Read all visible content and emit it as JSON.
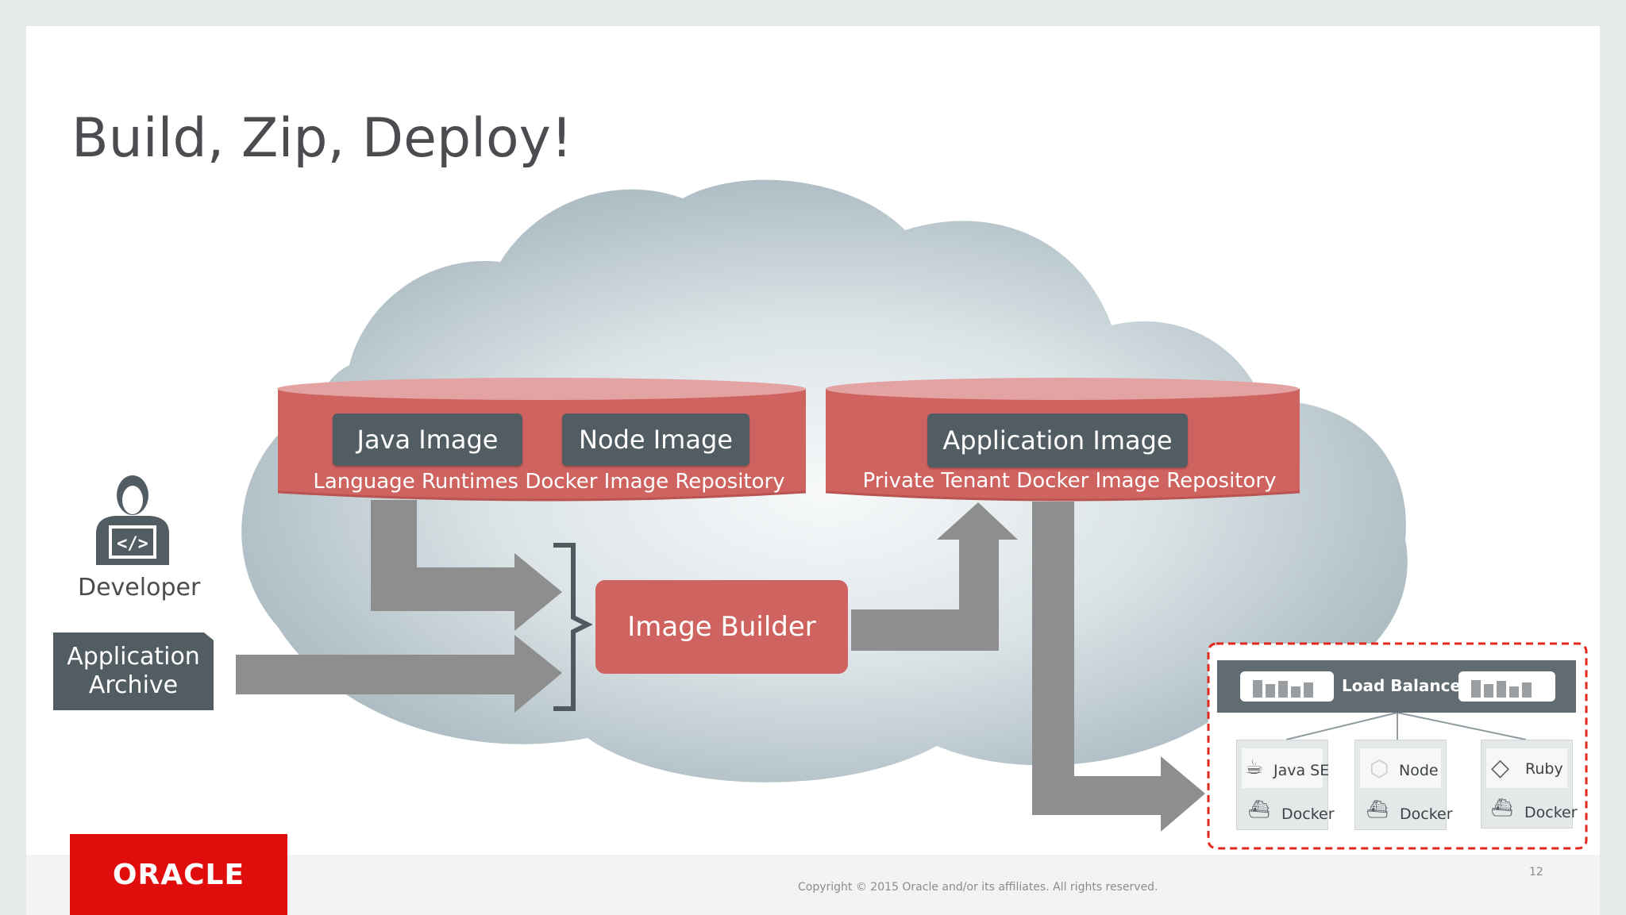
{
  "slide": {
    "title": "Build, Zip, Deploy!",
    "copyright": "Copyright © 2015 Oracle and/or its affiliates. All rights reserved.",
    "page_number": "12",
    "logo_text": "ORACLE"
  },
  "repositories": {
    "runtime": {
      "images": [
        "Java Image",
        "Node Image"
      ],
      "label": "Language Runtimes Docker Image Repository"
    },
    "tenant": {
      "images": [
        "Application Image"
      ],
      "label": "Private Tenant Docker Image Repository"
    }
  },
  "developer": {
    "label": "Developer"
  },
  "archive": {
    "line1": "Application",
    "line2": "Archive"
  },
  "builder": {
    "label": "Image Builder"
  },
  "deployment": {
    "load_balancer": "Load Balancer",
    "containers": [
      {
        "runtime": "Java SE",
        "platform": "Docker"
      },
      {
        "runtime": "Node",
        "platform": "Docker"
      },
      {
        "runtime": "Ruby",
        "platform": "Docker"
      }
    ]
  },
  "colors": {
    "accent_red": "#cf6360",
    "dark_slate": "#525d63",
    "arrow_gray": "#8e8e8e",
    "oracle_red": "#e10c0c",
    "dash_red": "#e0281e"
  }
}
